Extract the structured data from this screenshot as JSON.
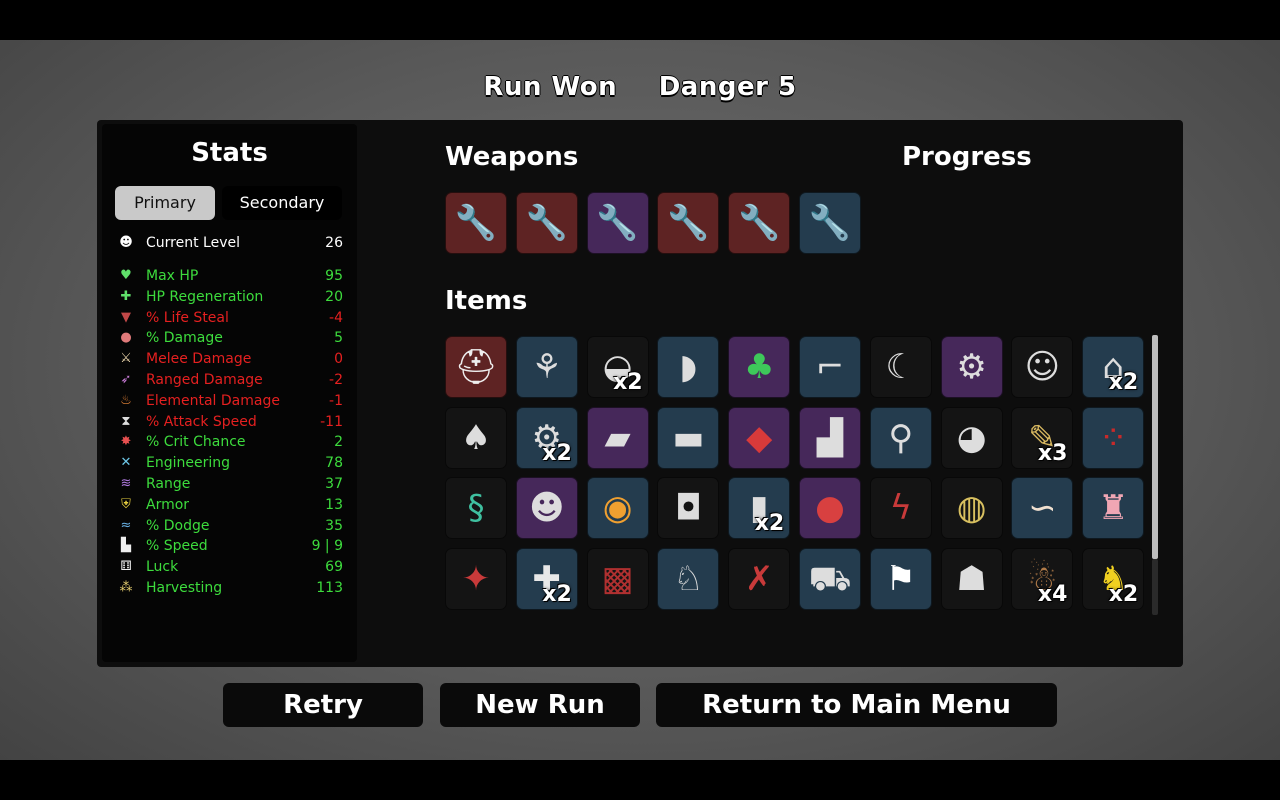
{
  "header": {
    "result": "Run Won",
    "danger": "Danger 5"
  },
  "stats": {
    "title": "Stats",
    "tabs": {
      "primary": "Primary",
      "secondary": "Secondary"
    },
    "current_level": {
      "label": "Current Level",
      "value": "26"
    },
    "rows": [
      {
        "label": "Max HP",
        "value": "95",
        "color": "#3ddc3d",
        "icon": "heart-icon"
      },
      {
        "label": "HP Regeneration",
        "value": "20",
        "color": "#3ddc3d",
        "icon": "heart-plus-icon"
      },
      {
        "label": "% Life Steal",
        "value": "-4",
        "color": "#e52020",
        "icon": "fangs-icon"
      },
      {
        "label": "% Damage",
        "value": "5",
        "color": "#3ddc3d",
        "icon": "muscle-icon"
      },
      {
        "label": "Melee Damage",
        "value": "0",
        "color": "#e52020",
        "icon": "sword-icon"
      },
      {
        "label": "Ranged Damage",
        "value": "-2",
        "color": "#e52020",
        "icon": "bow-icon"
      },
      {
        "label": "Elemental Damage",
        "value": "-1",
        "color": "#e52020",
        "icon": "flame-icon"
      },
      {
        "label": "% Attack Speed",
        "value": "-11",
        "color": "#e52020",
        "icon": "hourglass-icon"
      },
      {
        "label": "% Crit Chance",
        "value": "2",
        "color": "#3ddc3d",
        "icon": "burst-icon"
      },
      {
        "label": "Engineering",
        "value": "78",
        "color": "#3ddc3d",
        "icon": "wrench-cross-icon"
      },
      {
        "label": "Range",
        "value": "37",
        "color": "#3ddc3d",
        "icon": "signal-icon"
      },
      {
        "label": "Armor",
        "value": "13",
        "color": "#3ddc3d",
        "icon": "shield-icon"
      },
      {
        "label": "% Dodge",
        "value": "35",
        "color": "#3ddc3d",
        "icon": "wind-icon"
      },
      {
        "label": "% Speed",
        "value": "9 | 9",
        "color": "#3ddc3d",
        "icon": "boot-icon"
      },
      {
        "label": "Luck",
        "value": "69",
        "color": "#3ddc3d",
        "icon": "dice-icon"
      },
      {
        "label": "Harvesting",
        "value": "113",
        "color": "#3ddc3d",
        "icon": "wheat-icon"
      }
    ]
  },
  "weapons": {
    "title": "Weapons",
    "slots": [
      {
        "tier": "red",
        "icon": "wrench-icon"
      },
      {
        "tier": "red",
        "icon": "wrench-icon"
      },
      {
        "tier": "purple",
        "icon": "wrench-icon"
      },
      {
        "tier": "red",
        "icon": "wrench-icon"
      },
      {
        "tier": "red",
        "icon": "wrench-icon"
      },
      {
        "tier": "blue",
        "icon": "wrench-icon"
      }
    ]
  },
  "progress": {
    "title": "Progress"
  },
  "items": {
    "title": "Items",
    "slots": [
      {
        "tier": "red",
        "icon": "helmet-icon",
        "count": ""
      },
      {
        "tier": "blue",
        "icon": "garden-icon",
        "count": ""
      },
      {
        "tier": "dark",
        "icon": "cake-icon",
        "count": "x2"
      },
      {
        "tier": "blue",
        "icon": "blade-icon",
        "count": ""
      },
      {
        "tier": "purple",
        "icon": "clover-icon",
        "count": ""
      },
      {
        "tier": "blue",
        "icon": "robot-arm-icon",
        "count": ""
      },
      {
        "tier": "dark",
        "icon": "claw-icon",
        "count": ""
      },
      {
        "tier": "purple",
        "icon": "gadget-icon",
        "count": ""
      },
      {
        "tier": "dark",
        "icon": "bandaged-head-icon",
        "count": ""
      },
      {
        "tier": "blue",
        "icon": "robot-icon",
        "count": "x2"
      },
      {
        "tier": "dark",
        "icon": "mushroom-icon",
        "count": ""
      },
      {
        "tier": "blue",
        "icon": "gear-icon",
        "count": "x2"
      },
      {
        "tier": "purple",
        "icon": "toolbox-icon",
        "count": ""
      },
      {
        "tier": "blue",
        "icon": "scarf-icon",
        "count": ""
      },
      {
        "tier": "purple",
        "icon": "bandana-icon",
        "count": ""
      },
      {
        "tier": "purple",
        "icon": "bucket-icon",
        "count": ""
      },
      {
        "tier": "blue",
        "icon": "turret-icon",
        "count": ""
      },
      {
        "tier": "dark",
        "icon": "rat-icon",
        "count": ""
      },
      {
        "tier": "dark",
        "icon": "pencil-icon",
        "count": "x3"
      },
      {
        "tier": "blue",
        "icon": "eyes-icon",
        "count": ""
      },
      {
        "tier": "dark",
        "icon": "snake-icon",
        "count": ""
      },
      {
        "tier": "purple",
        "icon": "mummy-icon",
        "count": ""
      },
      {
        "tier": "blue",
        "icon": "drone-icon",
        "count": ""
      },
      {
        "tier": "dark",
        "icon": "lantern-icon",
        "count": ""
      },
      {
        "tier": "blue",
        "icon": "metal-plate-icon",
        "count": "x2"
      },
      {
        "tier": "purple",
        "icon": "tomato-icon",
        "count": ""
      },
      {
        "tier": "dark",
        "icon": "tongue-icon",
        "count": ""
      },
      {
        "tier": "dark",
        "icon": "knight-helm-icon",
        "count": ""
      },
      {
        "tier": "blue",
        "icon": "worm-icon",
        "count": ""
      },
      {
        "tier": "blue",
        "icon": "piggy-bank-icon",
        "count": ""
      },
      {
        "tier": "dark",
        "icon": "dynamite-icon",
        "count": ""
      },
      {
        "tier": "blue",
        "icon": "medkit-icon",
        "count": "x2"
      },
      {
        "tier": "dark",
        "icon": "jacket-icon",
        "count": ""
      },
      {
        "tier": "blue",
        "icon": "rabbit-icon",
        "count": ""
      },
      {
        "tier": "dark",
        "icon": "barbed-wire-icon",
        "count": ""
      },
      {
        "tier": "blue",
        "icon": "wheelbarrow-icon",
        "count": ""
      },
      {
        "tier": "blue",
        "icon": "white-flag-icon",
        "count": ""
      },
      {
        "tier": "dark",
        "icon": "ghost-icon",
        "count": ""
      },
      {
        "tier": "dark",
        "icon": "monkey-icon",
        "count": "x4"
      },
      {
        "tier": "dark",
        "icon": "duck-icon",
        "count": "x2"
      }
    ]
  },
  "tier_colors": {
    "red": "#5e2323",
    "purple": "#46285a",
    "blue": "#243c4e",
    "dark": "#141414"
  },
  "buttons": {
    "retry": "Retry",
    "new_run": "New Run",
    "main_menu": "Return to Main Menu"
  }
}
